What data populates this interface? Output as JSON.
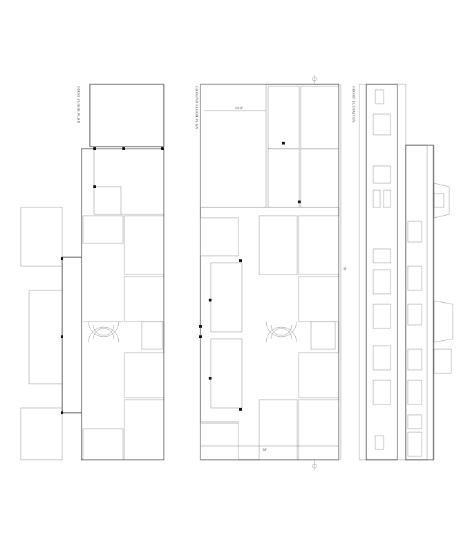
{
  "sheet": {
    "first_floor": {
      "title": "FIRST FLOOR PLAN"
    },
    "ground_floor": {
      "title": "GROUND FLOOR PLAN",
      "dim_top": "24'-6\"",
      "dim_bottom": "38'",
      "dim_side": "78'"
    },
    "elevation": {
      "title": "FRONT ELEVATION"
    }
  }
}
